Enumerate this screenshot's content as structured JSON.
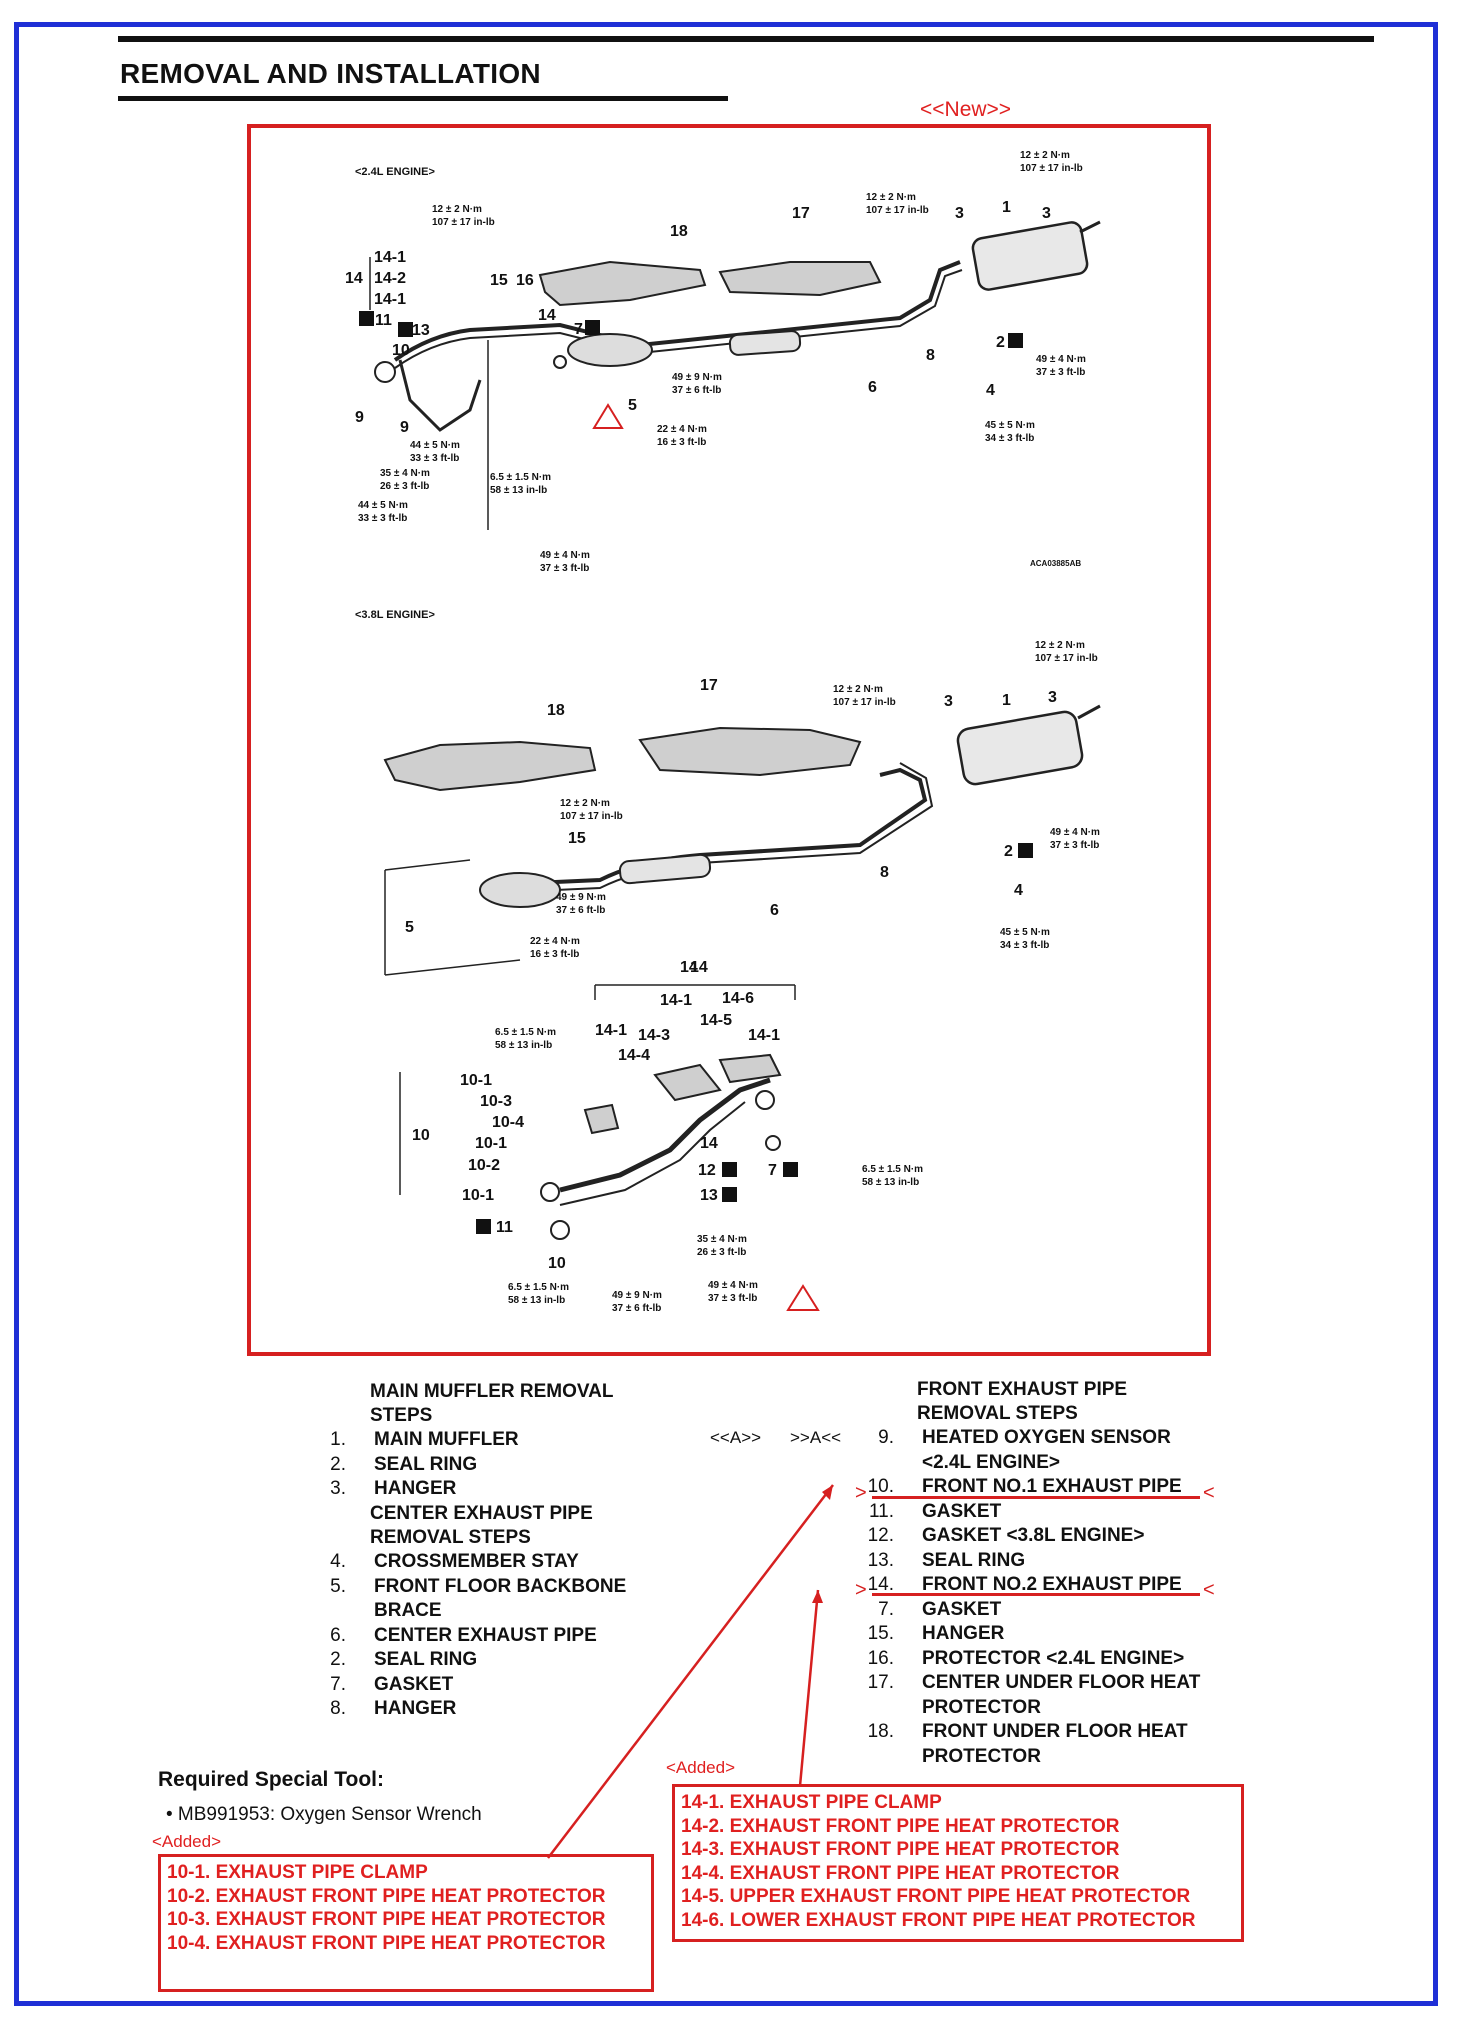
{
  "header": {
    "title": "REMOVAL AND INSTALLATION",
    "new_tag": "<<New>>"
  },
  "diagram": {
    "engine_24": "<2.4L ENGINE>",
    "engine_38": "<3.8L ENGINE>",
    "figure_code": "ACA03885AB",
    "torques": {
      "t12a": "12 ± 2 N·m",
      "t12b": "107 ± 17 in-lb",
      "t49a": "49 ± 4 N·m",
      "t49b": "37 ± 3 ft-lb",
      "t49ca": "49 ± 9 N·m",
      "t49cb": "37 ± 6 ft-lb",
      "t22a": "22 ± 4 N·m",
      "t22b": "16 ± 3 ft-lb",
      "t45a": "45 ± 5 N·m",
      "t45b": "34 ± 3 ft-lb",
      "t44a": "44 ± 5 N·m",
      "t44b": "33 ± 3 ft-lb",
      "t35a": "35 ± 4 N·m",
      "t35b": "26 ± 3 ft-lb",
      "t65a": "6.5 ± 1.5 N·m",
      "t65b": "58 ± 13 in-lb"
    }
  },
  "main_muffler": {
    "heading1": "MAIN MUFFLER REMOVAL",
    "heading2": "STEPS",
    "items": [
      {
        "n": "1.",
        "t": "MAIN MUFFLER"
      },
      {
        "n": "2.",
        "t": "SEAL RING"
      },
      {
        "n": "3.",
        "t": "HANGER"
      }
    ]
  },
  "center_pipe": {
    "heading1": "CENTER EXHAUST PIPE",
    "heading2": "REMOVAL STEPS",
    "items": [
      {
        "n": "4.",
        "t": "CROSSMEMBER STAY"
      },
      {
        "n": "5.",
        "t": "FRONT FLOOR BACKBONE"
      },
      {
        "n": "",
        "t": "BRACE"
      },
      {
        "n": "6.",
        "t": "CENTER EXHAUST PIPE"
      },
      {
        "n": "2.",
        "t": "SEAL RING"
      },
      {
        "n": "7.",
        "t": "GASKET"
      },
      {
        "n": "8.",
        "t": "HANGER"
      }
    ]
  },
  "front_pipe": {
    "heading1": "FRONT EXHAUST PIPE",
    "heading2": "REMOVAL STEPS",
    "marker_a": "<<A>>",
    "marker_b": ">>A<<",
    "items": [
      {
        "n": "9.",
        "t": "HEATED OXYGEN SENSOR"
      },
      {
        "n": "",
        "t": "<2.4L ENGINE>"
      },
      {
        "n": "10.",
        "t": "FRONT NO.1 EXHAUST PIPE"
      },
      {
        "n": "11.",
        "t": "GASKET"
      },
      {
        "n": "12.",
        "t": "GASKET <3.8L ENGINE>"
      },
      {
        "n": "13.",
        "t": "SEAL RING"
      },
      {
        "n": "14.",
        "t": "FRONT NO.2 EXHAUST PIPE"
      },
      {
        "n": "7.",
        "t": "GASKET"
      },
      {
        "n": "15.",
        "t": "HANGER"
      },
      {
        "n": "16.",
        "t": "PROTECTOR <2.4L ENGINE>"
      },
      {
        "n": "17.",
        "t": "CENTER UNDER FLOOR HEAT"
      },
      {
        "n": "",
        "t": "PROTECTOR"
      },
      {
        "n": "18.",
        "t": "FRONT UNDER FLOOR HEAT"
      },
      {
        "n": "",
        "t": "PROTECTOR"
      }
    ]
  },
  "tools": {
    "heading": "Required Special Tool:",
    "item": "• MB991953: Oxygen Sensor Wrench"
  },
  "added_left": {
    "tag": "<Added>",
    "items": [
      "10-1.  EXHAUST PIPE CLAMP",
      "10-2.  EXHAUST FRONT PIPE HEAT PROTECTOR",
      "10-3.  EXHAUST FRONT PIPE HEAT PROTECTOR",
      "10-4.  EXHAUST FRONT PIPE HEAT PROTECTOR"
    ]
  },
  "added_right": {
    "tag": "<Added>",
    "items": [
      "14-1.  EXHAUST PIPE CLAMP",
      "14-2.  EXHAUST FRONT PIPE HEAT PROTECTOR",
      "14-3.  EXHAUST FRONT PIPE HEAT PROTECTOR",
      "14-4.  EXHAUST FRONT PIPE HEAT PROTECTOR",
      "14-5.  UPPER EXHAUST FRONT PIPE HEAT PROTECTOR",
      "14-6.  LOWER EXHAUST FRONT PIPE HEAT PROTECTOR"
    ]
  },
  "colors": {
    "frame": "#1f2fd6",
    "markup": "#d62020"
  }
}
